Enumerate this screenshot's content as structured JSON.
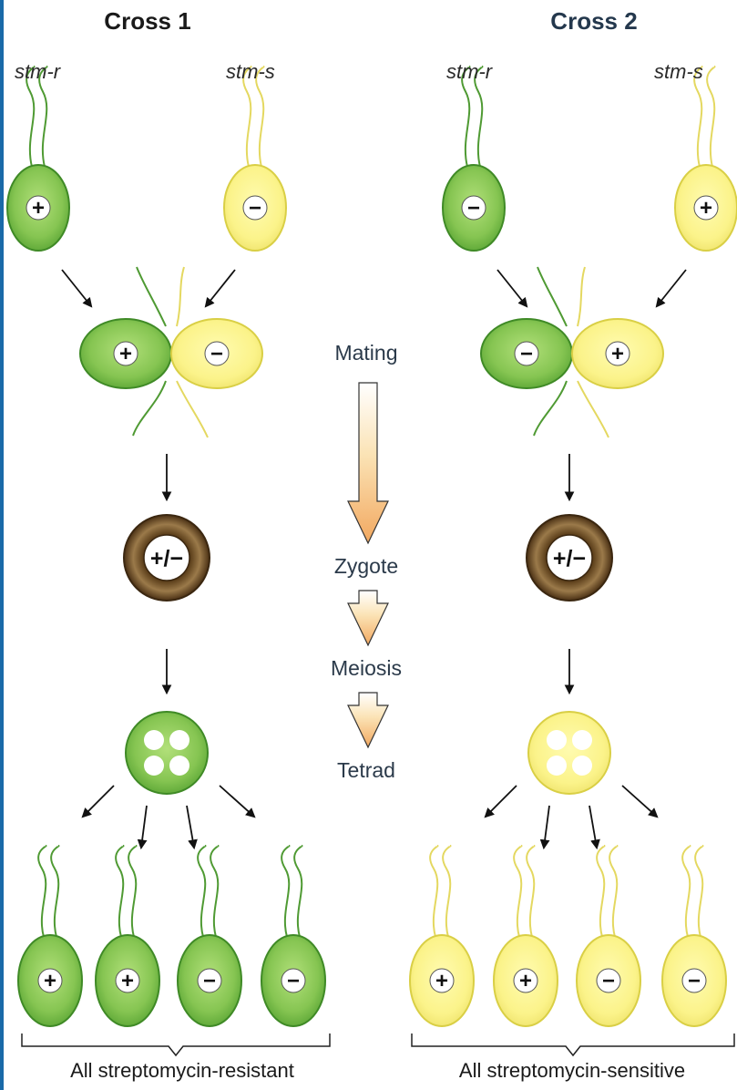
{
  "crosses": [
    {
      "title": "Cross 1",
      "parents": [
        {
          "strain": "stm-r",
          "mating_type": "+",
          "color": "green"
        },
        {
          "strain": "stm-s",
          "mating_type": "−",
          "color": "yellow"
        }
      ],
      "zygote_label": "+/−",
      "tetrad_color": "green",
      "progeny": [
        {
          "mating_type": "+",
          "color": "green"
        },
        {
          "mating_type": "+",
          "color": "green"
        },
        {
          "mating_type": "−",
          "color": "green"
        },
        {
          "mating_type": "−",
          "color": "green"
        }
      ],
      "result": "All streptomycin-resistant"
    },
    {
      "title": "Cross 2",
      "parents": [
        {
          "strain": "stm-r",
          "mating_type": "−",
          "color": "green"
        },
        {
          "strain": "stm-s",
          "mating_type": "+",
          "color": "yellow"
        }
      ],
      "zygote_label": "+/−",
      "tetrad_color": "yellow",
      "progeny": [
        {
          "mating_type": "+",
          "color": "yellow"
        },
        {
          "mating_type": "+",
          "color": "yellow"
        },
        {
          "mating_type": "−",
          "color": "yellow"
        },
        {
          "mating_type": "−",
          "color": "yellow"
        }
      ],
      "result": "All streptomycin-sensitive"
    }
  ],
  "steps": [
    "Mating",
    "Zygote",
    "Meiosis",
    "Tetrad"
  ],
  "colors": {
    "green_fill": "#8ccb55",
    "green_edge": "#3f8a26",
    "yellow_fill": "#fbf38a",
    "yellow_edge": "#d9cf45",
    "zygote_wall": "#6b4a22",
    "arrow_fill": "#f7c58a"
  }
}
